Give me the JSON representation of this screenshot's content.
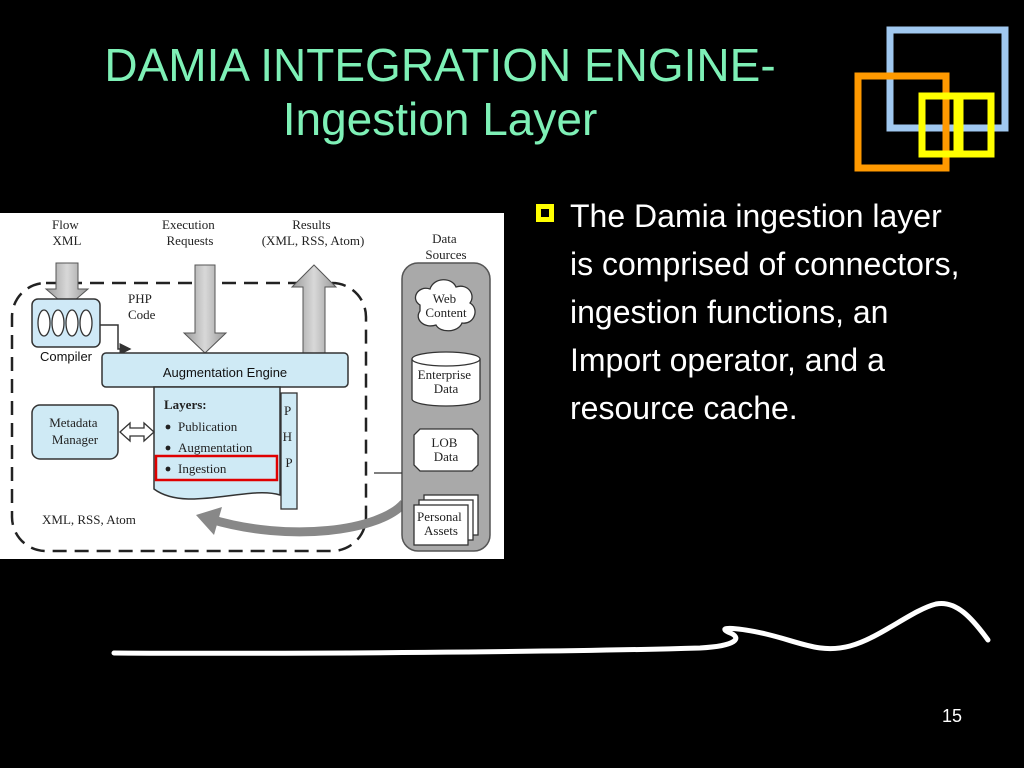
{
  "title": {
    "line1": "DAMIA INTEGRATION ENGINE-",
    "line2": "Ingestion Layer"
  },
  "diagram": {
    "flow_xml": [
      "Flow",
      "XML"
    ],
    "execution_requests": [
      "Execution",
      "Requests"
    ],
    "results": [
      "Results",
      "(XML, RSS, Atom)"
    ],
    "data_sources": [
      "Data",
      "Sources"
    ],
    "php_code": [
      "PHP",
      "Code"
    ],
    "compiler": "Compiler",
    "augmentation_engine": "Augmentation Engine",
    "metadata_manager": [
      "Metadata",
      "Manager"
    ],
    "layers_heading": "Layers:",
    "layers": [
      "Publication",
      "Augmentation",
      "Ingestion"
    ],
    "php_vertical": [
      "P",
      "H",
      "P"
    ],
    "xml_rss_atom": "XML, RSS, Atom",
    "web_content": [
      "Web",
      "Content"
    ],
    "enterprise_data": [
      "Enterprise",
      "Data"
    ],
    "lob_data": [
      "LOB",
      "Data"
    ],
    "personal_assets": [
      "Personal",
      "Assets"
    ],
    "highlight_color": "#e00000"
  },
  "bullet": {
    "text": "The Damia ingestion layer is comprised of connectors, ingestion functions, an Import operator, and a resource cache.",
    "icon": "hollow-square-bullet-icon",
    "color": "#ffff00"
  },
  "decoration": {
    "colors": [
      "#a0c8f0",
      "#ff9900",
      "#ffff00"
    ]
  },
  "page_number": "15",
  "colors": {
    "background": "#000000",
    "title": "#7ef0b6",
    "text": "#ffffff"
  }
}
